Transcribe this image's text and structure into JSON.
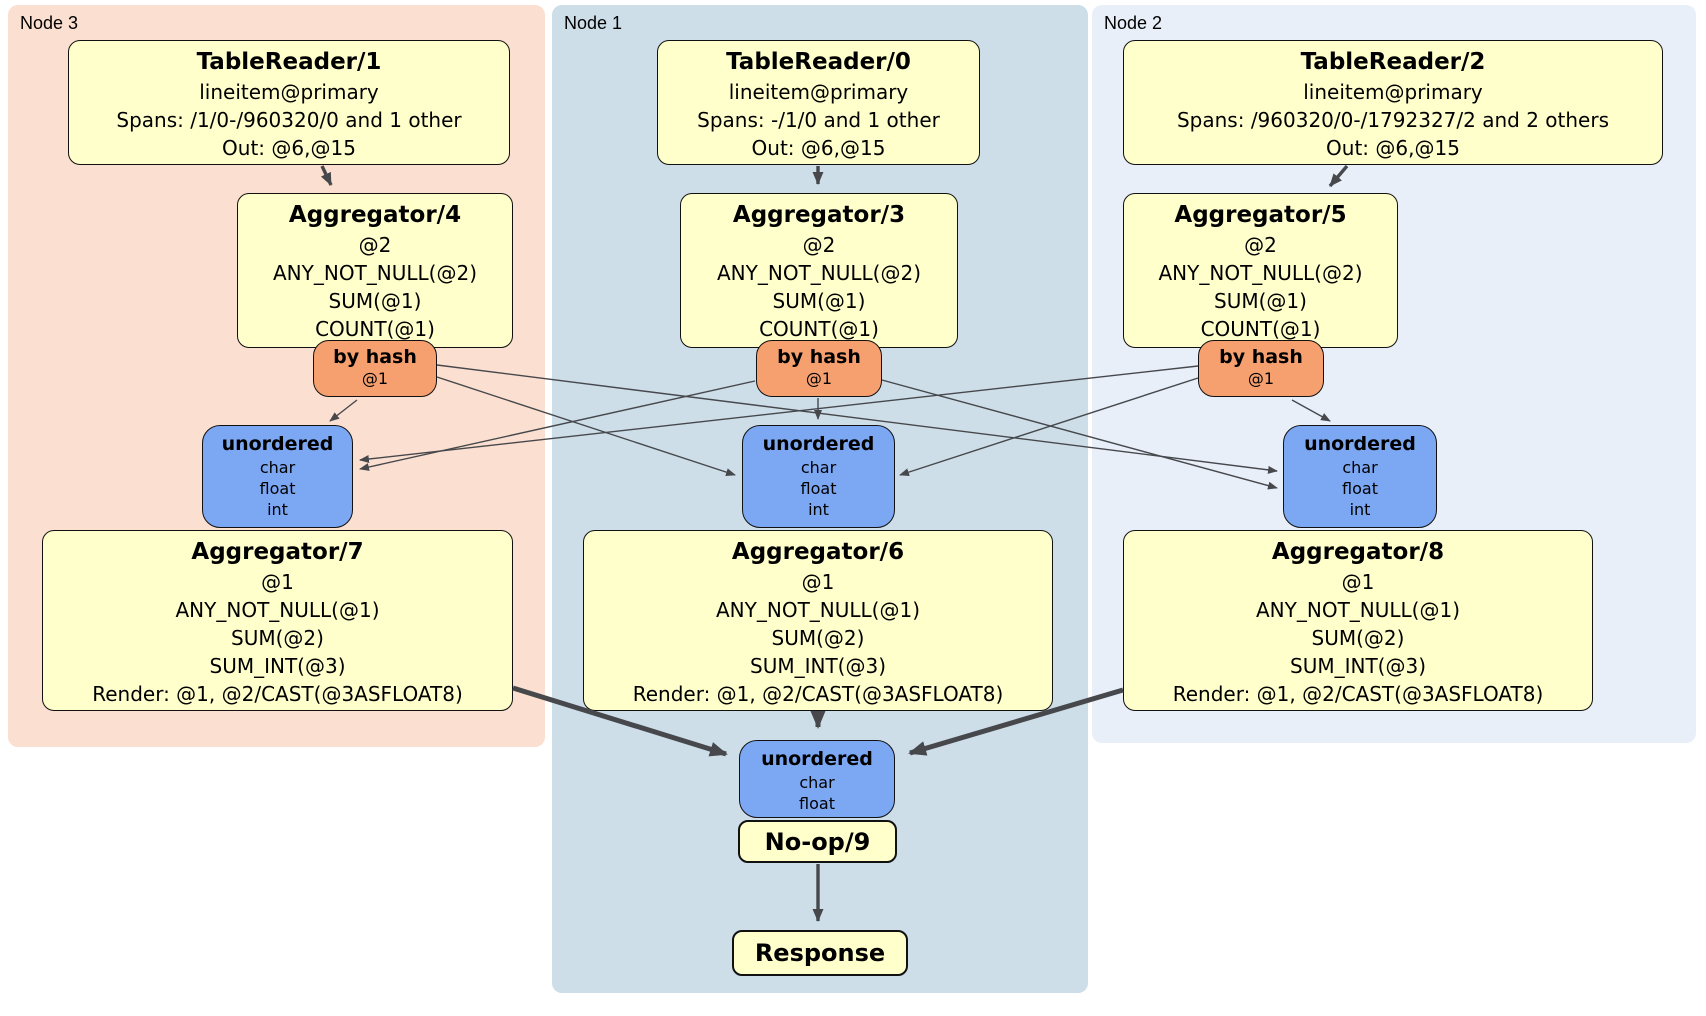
{
  "colors": {
    "node3_bg": "#FBDFD0",
    "node1_bg": "#CDDEE9",
    "node2_bg": "#E9EFF9",
    "processor_bg": "#FFFFCC",
    "router_bg": "#F5A06E",
    "sync_bg": "#7BA7F3",
    "edge": "#46484C"
  },
  "node3": {
    "label": "Node 3",
    "table_reader": {
      "title": "TableReader/1",
      "rows": [
        "lineitem@primary",
        "Spans: /1/0-/960320/0 and 1 other",
        "Out: @6,@15"
      ]
    },
    "aggregator_top": {
      "title": "Aggregator/4",
      "rows": [
        "@2",
        "ANY_NOT_NULL(@2)",
        "SUM(@1)",
        "COUNT(@1)"
      ]
    },
    "router": {
      "label": "by hash",
      "detail": "@1"
    },
    "sync": {
      "label": "unordered",
      "rows": [
        "char",
        "float",
        "int"
      ]
    },
    "aggregator_bottom": {
      "title": "Aggregator/7",
      "rows": [
        "@1",
        "ANY_NOT_NULL(@1)",
        "SUM(@2)",
        "SUM_INT(@3)",
        "Render: @1, @2/CAST(@3ASFLOAT8)"
      ]
    }
  },
  "node1": {
    "label": "Node 1",
    "table_reader": {
      "title": "TableReader/0",
      "rows": [
        "lineitem@primary",
        "Spans: -/1/0 and 1 other",
        "Out: @6,@15"
      ]
    },
    "aggregator_top": {
      "title": "Aggregator/3",
      "rows": [
        "@2",
        "ANY_NOT_NULL(@2)",
        "SUM(@1)",
        "COUNT(@1)"
      ]
    },
    "router": {
      "label": "by hash",
      "detail": "@1"
    },
    "sync": {
      "label": "unordered",
      "rows": [
        "char",
        "float",
        "int"
      ]
    },
    "aggregator_bottom": {
      "title": "Aggregator/6",
      "rows": [
        "@1",
        "ANY_NOT_NULL(@1)",
        "SUM(@2)",
        "SUM_INT(@3)",
        "Render: @1, @2/CAST(@3ASFLOAT8)"
      ]
    }
  },
  "node2": {
    "label": "Node 2",
    "table_reader": {
      "title": "TableReader/2",
      "rows": [
        "lineitem@primary",
        "Spans: /960320/0-/1792327/2 and 2 others",
        "Out: @6,@15"
      ]
    },
    "aggregator_top": {
      "title": "Aggregator/5",
      "rows": [
        "@2",
        "ANY_NOT_NULL(@2)",
        "SUM(@1)",
        "COUNT(@1)"
      ]
    },
    "router": {
      "label": "by hash",
      "detail": "@1"
    },
    "sync": {
      "label": "unordered",
      "rows": [
        "char",
        "float",
        "int"
      ]
    },
    "aggregator_bottom": {
      "title": "Aggregator/8",
      "rows": [
        "@1",
        "ANY_NOT_NULL(@1)",
        "SUM(@2)",
        "SUM_INT(@3)",
        "Render: @1, @2/CAST(@3ASFLOAT8)"
      ]
    }
  },
  "output": {
    "sync": {
      "label": "unordered",
      "rows": [
        "char",
        "float"
      ]
    },
    "noop": {
      "title": "No-op/9"
    },
    "response": {
      "title": "Response"
    }
  }
}
